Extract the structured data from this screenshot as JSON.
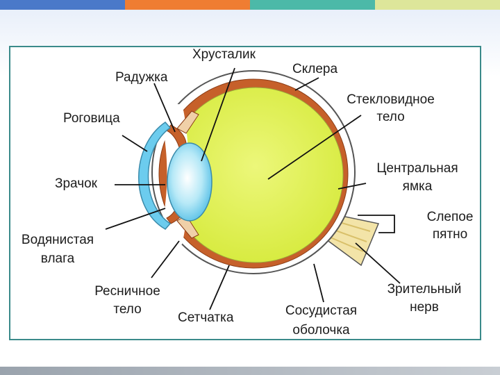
{
  "palette": {
    "topbar": [
      "#4a79c9",
      "#ef7d32",
      "#4cb9a8",
      "#dde69a"
    ],
    "frame": "#3a8a8a",
    "sclera": "#ffffff",
    "choroid": "#c6602a",
    "vitreous": "#dcef4c",
    "lens": "#84d6f0",
    "cornea": "#6cccee",
    "optic_nerve": "#f3e4a8"
  },
  "labels": {
    "lens": "Хрусталик",
    "iris": "Радужка",
    "sclera": "Склера",
    "vitreous_line1": "Стекловидное",
    "vitreous_line2": "тело",
    "cornea": "Роговица",
    "fovea_line1": "Центральная",
    "fovea_line2": "ямка",
    "pupil": "Зрачок",
    "blind_spot_line1": "Слепое",
    "blind_spot_line2": "пятно",
    "aqueous_line1": "Водянистая",
    "aqueous_line2": "влага",
    "ciliary_line1": "Ресничное",
    "ciliary_line2": "тело",
    "retina": "Сетчатка",
    "choroid_line1": "Сосудистая",
    "choroid_line2": "оболочка",
    "optic_nerve_line1": "Зрительный",
    "optic_nerve_line2": "нерв"
  }
}
